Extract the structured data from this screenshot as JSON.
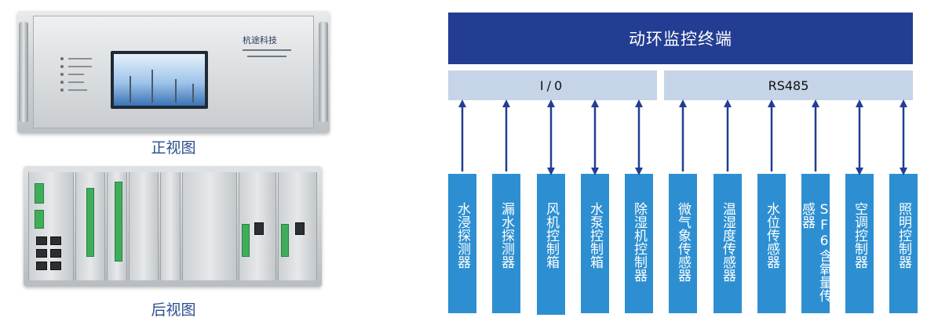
{
  "photos": {
    "front_caption": "正视图",
    "back_caption": "后视图",
    "brand_text": "杭途科技"
  },
  "diagram": {
    "title": "动环监控终端",
    "buses": {
      "io": "I/0",
      "rs485": "RS485"
    },
    "sensors": [
      {
        "label": "水浸探测器",
        "bus": "io",
        "direction": "up"
      },
      {
        "label": "漏水探测器",
        "bus": "io",
        "direction": "up"
      },
      {
        "label": "风机控制箱",
        "bus": "io",
        "direction": "both"
      },
      {
        "label": "水泵控制箱",
        "bus": "io",
        "direction": "both"
      },
      {
        "label": "除湿机控制器",
        "bus": "io",
        "direction": "both"
      },
      {
        "label": "微气象传感器",
        "bus": "rs485",
        "direction": "up"
      },
      {
        "label": "温湿度传感器",
        "bus": "rs485",
        "direction": "up"
      },
      {
        "label": "水位传感器",
        "bus": "rs485",
        "direction": "up"
      },
      {
        "label": "SF6含氧量传感器",
        "bus": "rs485",
        "direction": "up"
      },
      {
        "label": "空调控制器",
        "bus": "rs485",
        "direction": "both"
      },
      {
        "label": "照明控制器",
        "bus": "rs485",
        "direction": "both"
      }
    ],
    "colors": {
      "header": "#233d92",
      "bus": "#c6d4e7",
      "sensor": "#2d8fd1",
      "arrow": "#233d92"
    }
  }
}
